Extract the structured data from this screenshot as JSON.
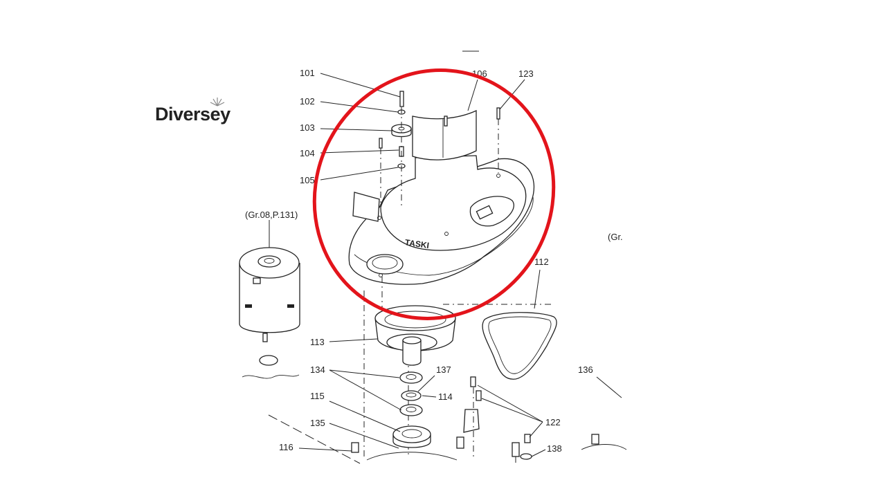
{
  "brand": {
    "name": "Diversey",
    "logo_icon": "diversey-flower-icon"
  },
  "drawing": {
    "cover_text": "TASKI",
    "references": {
      "left": "(Gr.08,P.131)",
      "right": "(Gr."
    },
    "part_labels": [
      {
        "id": "p101",
        "text": "101"
      },
      {
        "id": "p102",
        "text": "102"
      },
      {
        "id": "p103",
        "text": "103"
      },
      {
        "id": "p104",
        "text": "104"
      },
      {
        "id": "p105",
        "text": "105"
      },
      {
        "id": "p106",
        "text": "106"
      },
      {
        "id": "p123",
        "text": "123"
      },
      {
        "id": "p112",
        "text": "112"
      },
      {
        "id": "p113",
        "text": "113"
      },
      {
        "id": "p134",
        "text": "134"
      },
      {
        "id": "p137",
        "text": "137"
      },
      {
        "id": "p114",
        "text": "114"
      },
      {
        "id": "p115",
        "text": "115"
      },
      {
        "id": "p135",
        "text": "135"
      },
      {
        "id": "p116",
        "text": "116"
      },
      {
        "id": "p136",
        "text": "136"
      },
      {
        "id": "p122",
        "text": "122"
      },
      {
        "id": "p138",
        "text": "138"
      }
    ]
  },
  "highlight": {
    "color": "#e3141b",
    "target": "106"
  }
}
